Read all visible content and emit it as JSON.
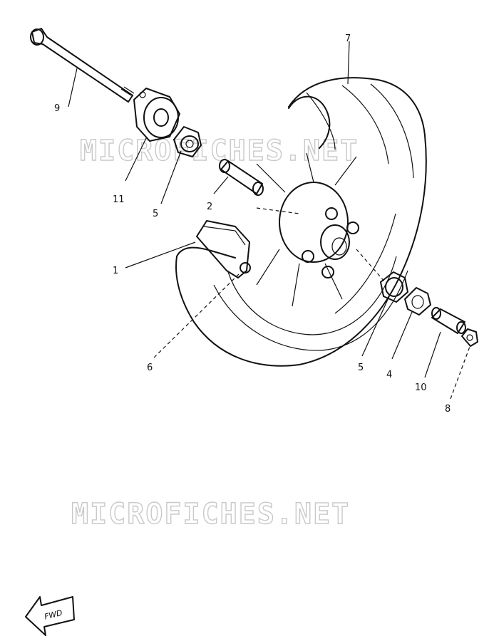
{
  "watermarks": [
    "MICROFICHES.NET",
    "MICROFICHES.NET"
  ],
  "callouts": {
    "c1": "1",
    "c2": "2",
    "c4": "4",
    "c5a": "5",
    "c5b": "5",
    "c6": "6",
    "c7": "7",
    "c8": "8",
    "c9": "9",
    "c10": "10",
    "c11": "11"
  },
  "direction_arrow": "FWD",
  "icons": {
    "direction": "fwd-arrow-icon"
  }
}
